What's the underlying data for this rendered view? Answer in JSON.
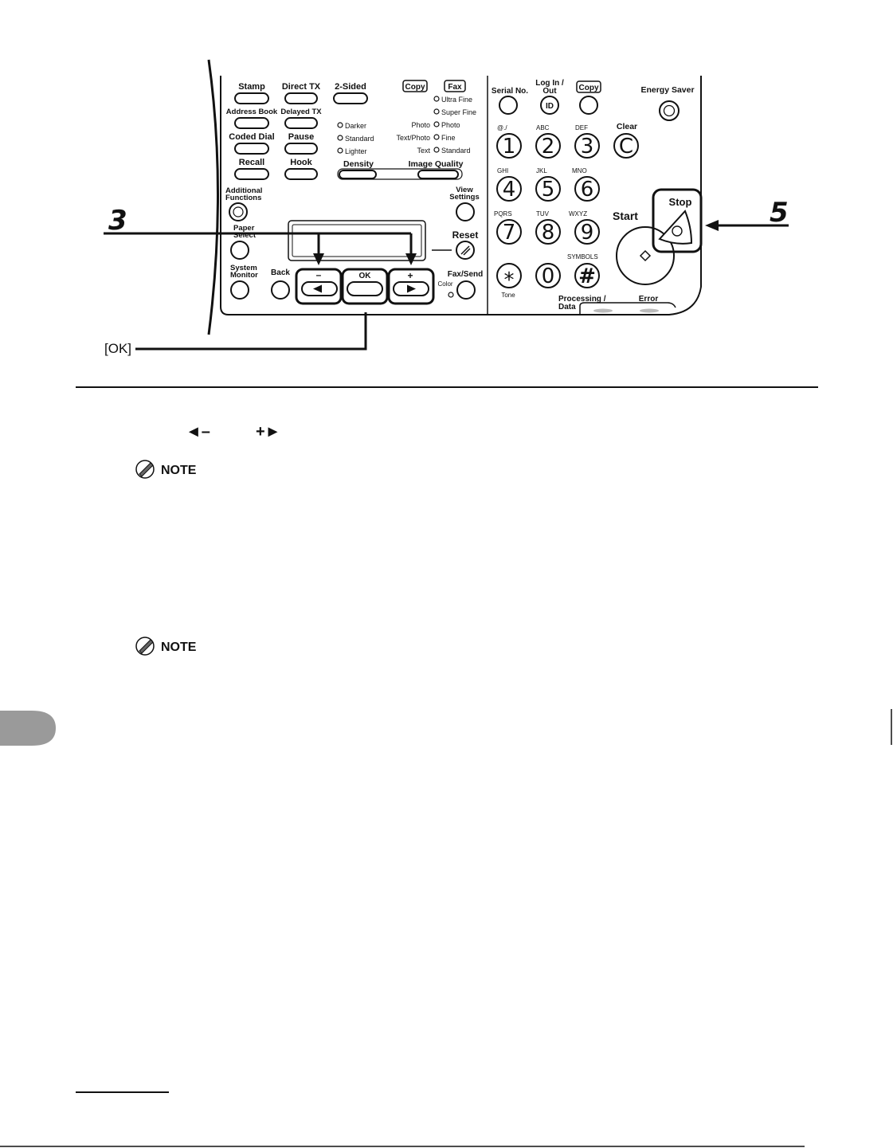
{
  "panel": {
    "left_buttons": [
      {
        "label": "Stamp"
      },
      {
        "label": "Address Book"
      },
      {
        "label": "Coded Dial"
      },
      {
        "label": "Recall"
      }
    ],
    "mid_buttons": [
      {
        "label": "Direct TX"
      },
      {
        "label": "Delayed TX"
      },
      {
        "label": "Pause"
      },
      {
        "label": "Hook"
      }
    ],
    "two_sided": "2-Sided",
    "copy_badge": "Copy",
    "fax_badge": "Fax",
    "density_options": [
      "Darker",
      "Standard",
      "Lighter"
    ],
    "density_label": "Density",
    "image_quality_label": "Image Quality",
    "iq_copy_options": [
      "Photo",
      "Text/Photo",
      "Text"
    ],
    "iq_fax_options": [
      "Ultra Fine",
      "Super Fine",
      "Photo",
      "Fine",
      "Standard"
    ],
    "additional_functions": "Additional Functions",
    "paper_select": "Paper Select",
    "system_monitor": "System Monitor",
    "back": "Back",
    "minus": "–",
    "ok": "OK",
    "plus": "+",
    "view_settings": "View Settings",
    "reset": "Reset",
    "fax_send": "Fax/Send",
    "color": "Color",
    "serial_no": "Serial No.",
    "log_in_out": "Log In / Out",
    "id": "ID",
    "copy_key": "Copy",
    "energy_saver": "Energy Saver",
    "clear": "Clear",
    "clear_key": "C",
    "start": "Start",
    "stop": "Stop",
    "tone": "Tone",
    "symbols": "SYMBOLS",
    "processing_data": "Processing / Data",
    "error": "Error",
    "keypad": [
      {
        "num": "1",
        "sub": "@./"
      },
      {
        "num": "2",
        "sub": "ABC"
      },
      {
        "num": "3",
        "sub": "DEF"
      },
      {
        "num": "4",
        "sub": "GHI"
      },
      {
        "num": "5",
        "sub": "JKL"
      },
      {
        "num": "6",
        "sub": "MNO"
      },
      {
        "num": "7",
        "sub": "PQRS"
      },
      {
        "num": "8",
        "sub": "TUV"
      },
      {
        "num": "9",
        "sub": "WXYZ"
      },
      {
        "num": "*",
        "sub": ""
      },
      {
        "num": "0",
        "sub": ""
      },
      {
        "num": "#",
        "sub": ""
      }
    ]
  },
  "callouts": {
    "step3": "3",
    "step5": "5",
    "ok_label": "[OK]"
  },
  "notes": {
    "note1": "NOTE",
    "note2": "NOTE"
  },
  "arrow_glyphs": {
    "left_minus": "◄–",
    "plus_right": "+►"
  }
}
